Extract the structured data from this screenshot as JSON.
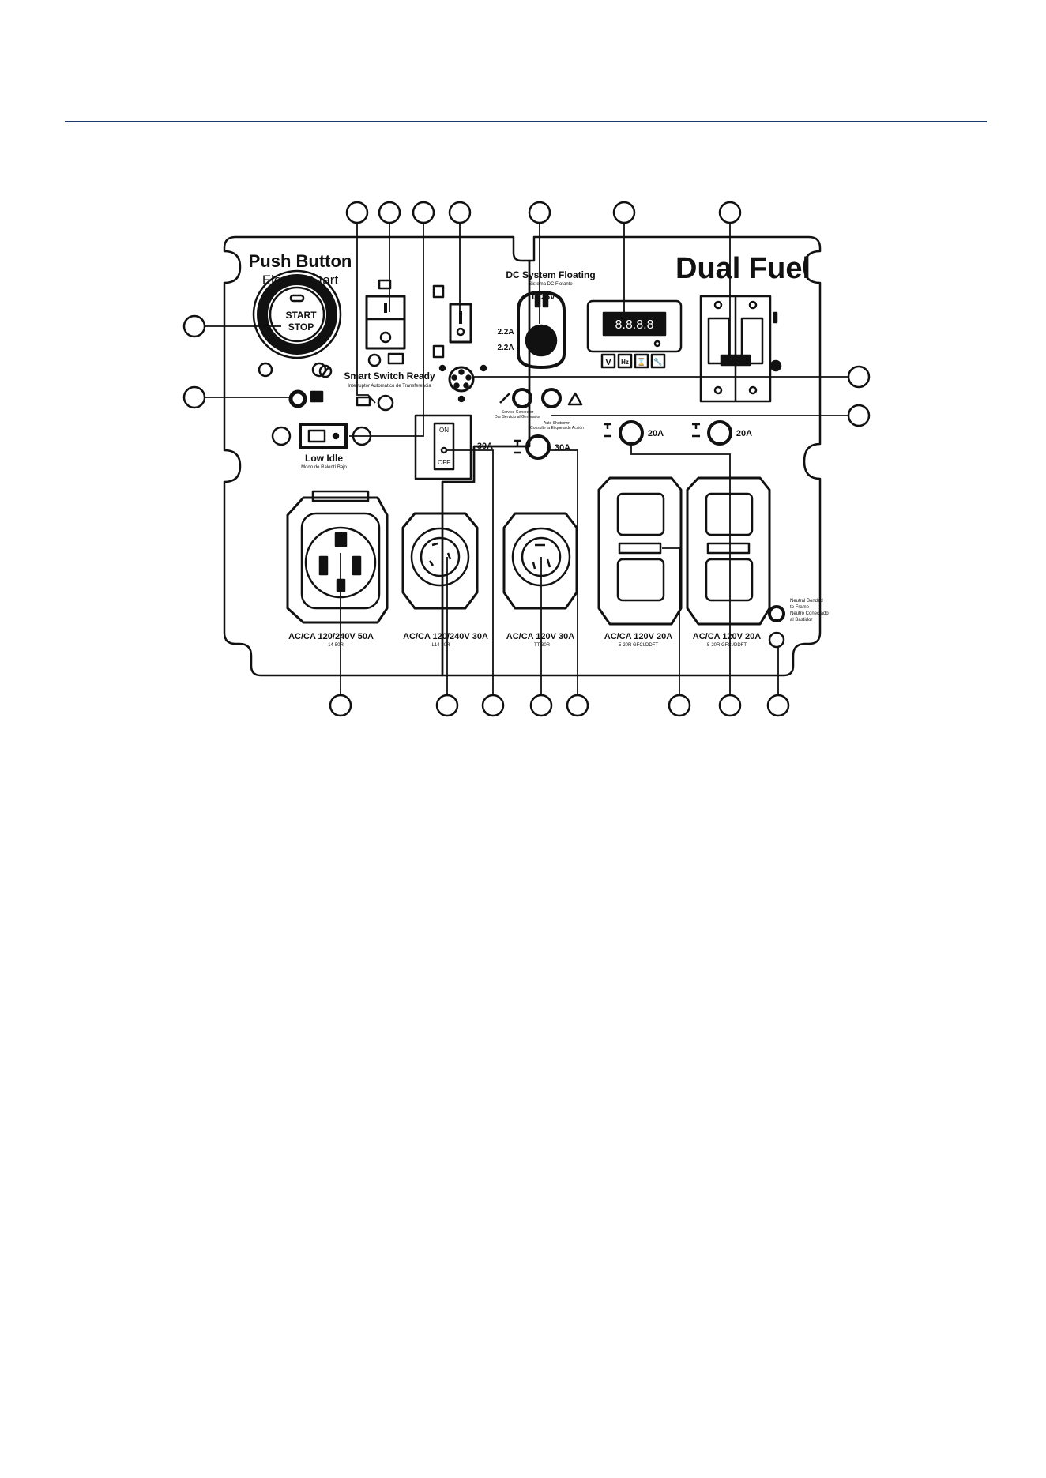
{
  "panel": {
    "brand": "Dual Fuel",
    "push_button_title": "Push Button",
    "push_button_subtitle": "Electric Start",
    "start_button_label_1": "START",
    "start_button_label_2": "STOP",
    "smart_switch_label": "Smart Switch Ready",
    "smart_switch_sublabel": "Interruptor Automático de Transferencia",
    "low_idle_label": "Low Idle",
    "low_idle_sublabel": "Modo de Ralentí Bajo",
    "dc_title": "DC System Floating",
    "dc_subtitle": "Sistema DC Flotante",
    "dc_voltage": "DC 5V",
    "usb_rating_1": "2.2A",
    "usb_rating_2": "2.2A",
    "meter_buttons": [
      "V",
      "Hz",
      "⌛",
      "🔧"
    ],
    "service_label_1": "Service Generator",
    "service_label_2": "Dar Servicio al Generador",
    "shutdown_label_1": "Auto Shutdown",
    "shutdown_label_2": "Consulte la Etiqueta de Acción",
    "switch_on": "ON",
    "switch_off": "OFF",
    "breaker_30a_1": "30A",
    "breaker_30a_2": "30A",
    "breaker_20a_1": "20A",
    "breaker_20a_2": "20A",
    "outlet_50a_label": "AC/CA 120/240V 50A",
    "outlet_50a_sub": "14-50R",
    "outlet_l1430_label": "AC/CA 120/240V 30A",
    "outlet_l1430_sub": "L14-30R",
    "outlet_tt30_label": "AC/CA 120V 30A",
    "outlet_tt30_sub": "TT-30R",
    "outlet_gfci1_label": "AC/CA 120V 20A",
    "outlet_gfci1_sub": "5-20R GFCI/DDFT",
    "outlet_gfci2_label": "AC/CA 120V 20A",
    "outlet_gfci2_sub": "5-20R GFCI/DDFT",
    "ground_label_1": "Neutral Bonded",
    "ground_label_2": "to Frame",
    "ground_label_3": "Neutro Conectado",
    "ground_label_4": "al Bastidor"
  },
  "colors": {
    "rule": "#1f3a6b",
    "ink": "#111111"
  }
}
